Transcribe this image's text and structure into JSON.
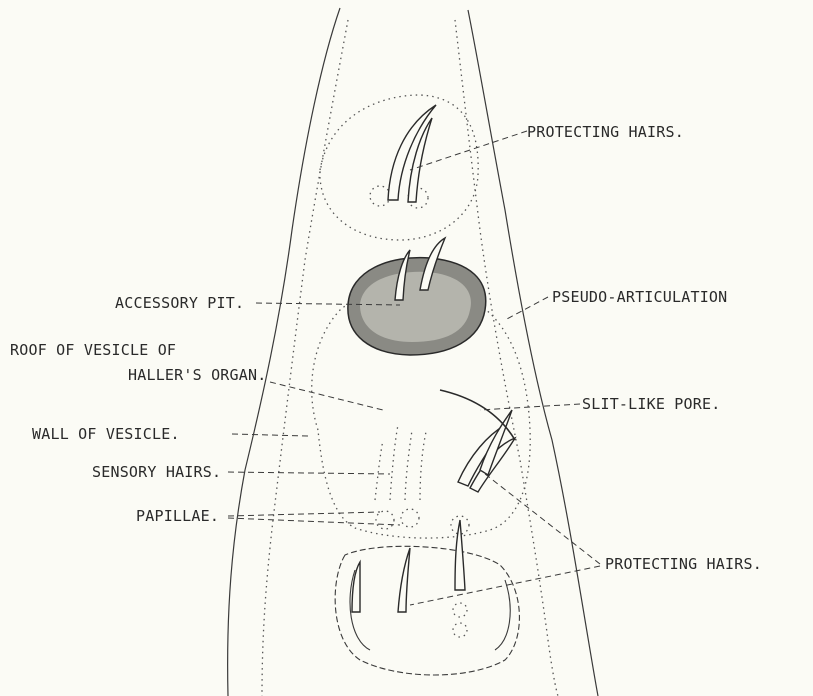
{
  "labels": {
    "protecting_hairs_top": "PROTECTING HAIRS.",
    "pseudo_articulation": "PSEUDO-ARTICULATION",
    "accessory_pit": "ACCESSORY PIT.",
    "roof_line1": "ROOF OF VESICLE OF",
    "roof_line2": "HALLER'S ORGAN.",
    "slit_like_pore": "SLIT-LIKE PORE.",
    "wall_of_vesicle": "WALL OF VESICLE.",
    "sensory_hairs": "SENSORY HAIRS.",
    "papillae": "PAPILLAE.",
    "protecting_hairs_bottom": "PROTECTING HAIRS."
  },
  "colors": {
    "ink": "#3a3a3a",
    "background": "#fbfbf5",
    "pit_fill": "#6b6b6b"
  }
}
